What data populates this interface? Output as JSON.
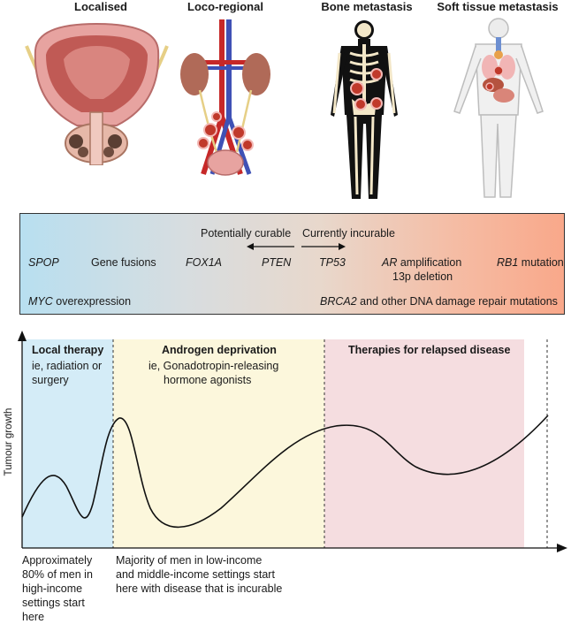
{
  "stages": [
    {
      "title": "Localised"
    },
    {
      "title": "Loco-regional"
    },
    {
      "title": "Bone metastasis"
    },
    {
      "title": "Soft tissue metastasis"
    }
  ],
  "genes": {
    "potentially_curable": "Potentially curable",
    "currently_incurable": "Currently incurable",
    "spop": "SPOP",
    "gene_fusions": "Gene fusions",
    "foxa1": "FOX1A",
    "pten": "PTEN",
    "tp53": "TP53",
    "ar": "AR",
    "ar_rest": " amplification",
    "del13p": "13p deletion",
    "rb1": "RB1",
    "rb1_rest": " mutation",
    "myc": "MYC",
    "myc_rest": " overexpression",
    "brca2": "BRCA2",
    "brca2_rest": " and other DNA damage repair mutations"
  },
  "plot": {
    "ylabel": "Tumour growth",
    "bands": [
      {
        "title": "Local therapy",
        "subtitle_line1": "ie, radiation or",
        "subtitle_line2": "surgery",
        "color": "#d4ecf7"
      },
      {
        "title": "Androgen deprivation",
        "subtitle_line1": "ie, Gonadotropin-releasing",
        "subtitle_line2": "hormone agonists",
        "color": "#fcf7dc"
      },
      {
        "title": "Therapies for relapsed disease",
        "color": "#f5dde0"
      }
    ]
  },
  "notes": {
    "left_lines": [
      "Approximately",
      "80% of men in",
      "high-income",
      "settings start",
      "here"
    ],
    "middle_lines": [
      "Majority of men in low-income",
      "and middle-income settings start",
      "here with disease that is incurable"
    ]
  },
  "colors": {
    "tumour": "#c0392b",
    "vessel_red": "#c62828",
    "vessel_blue": "#3f51b5",
    "bone": "#f3e7c8"
  }
}
